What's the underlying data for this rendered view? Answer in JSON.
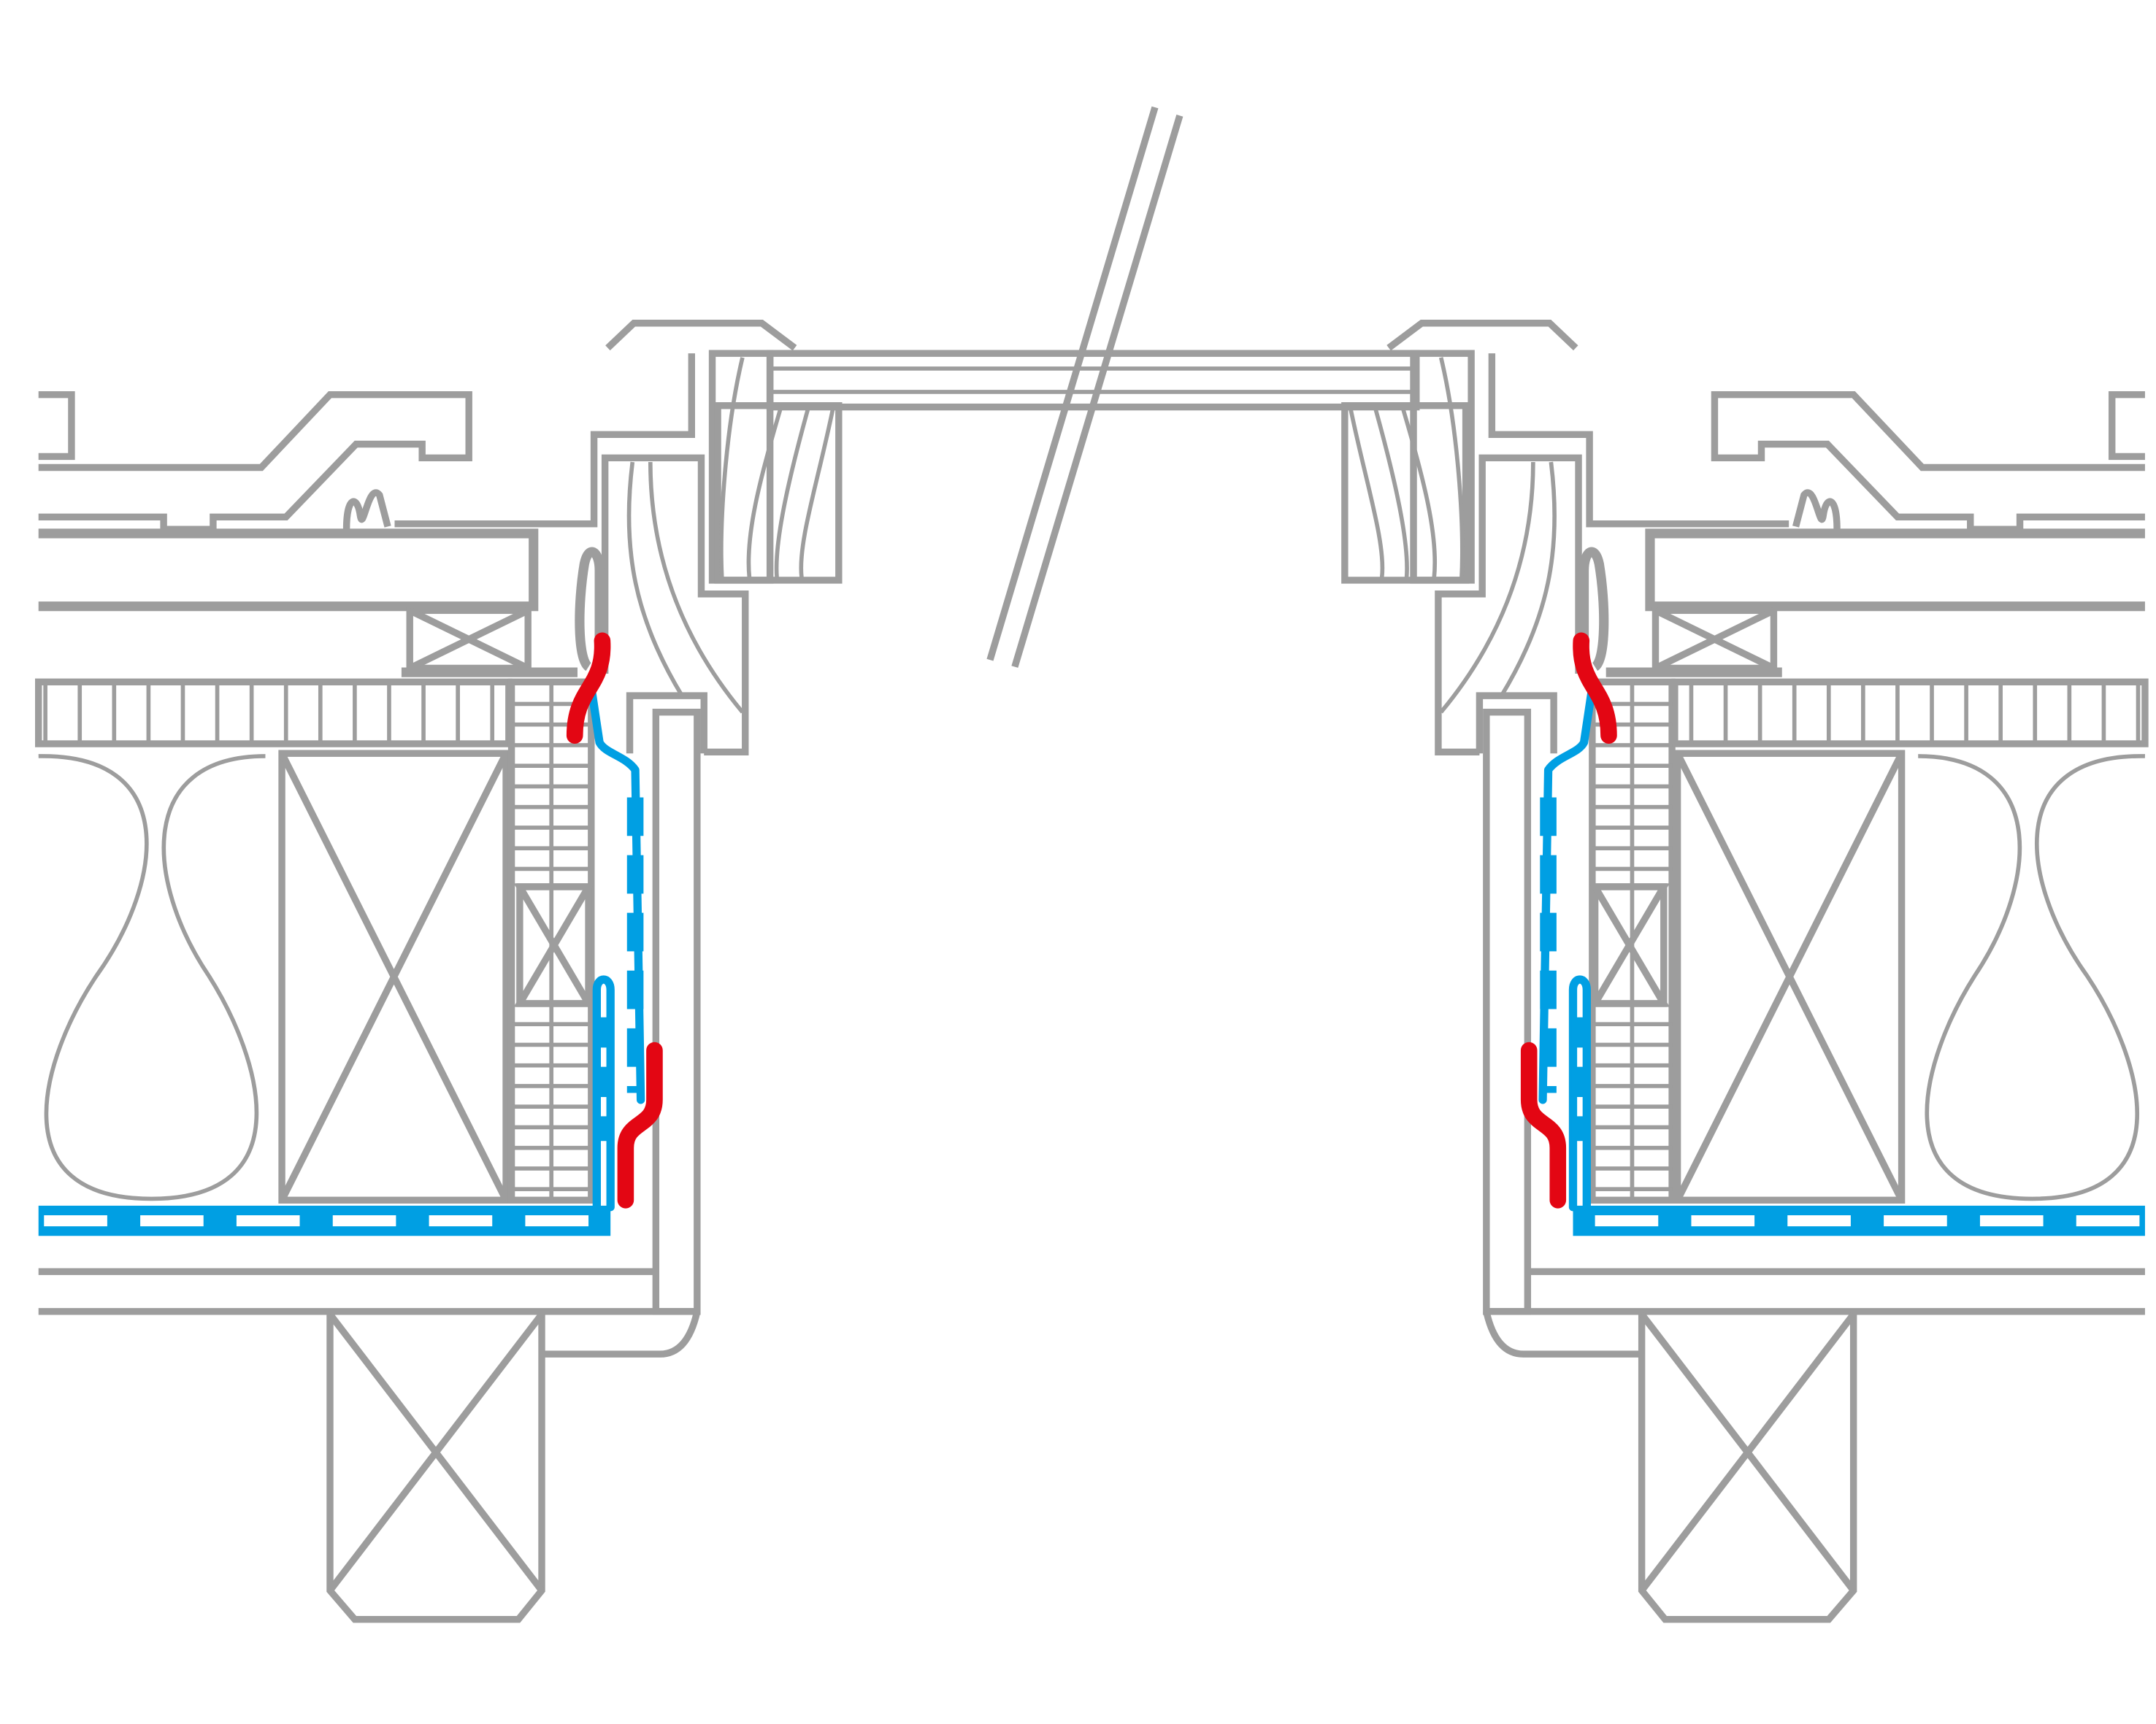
{
  "diagram": {
    "colors": {
      "construction": "#9d9d9d",
      "membrane": "#009fe3",
      "seal": "#e30613",
      "background": "#ffffff"
    },
    "parts": [
      "roof-battens",
      "counter-batten",
      "rafter",
      "insulation",
      "window-frame",
      "glazing",
      "vapour-barrier",
      "sealing-tape",
      "lintel-beam",
      "interior-lining"
    ]
  }
}
